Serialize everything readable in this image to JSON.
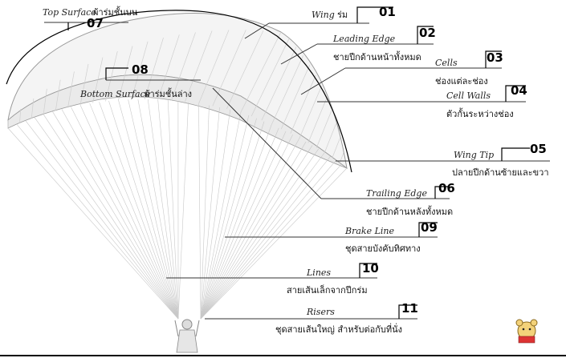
{
  "callouts": [
    {
      "id": "01",
      "en": "Wing",
      "th": "ร่ม"
    },
    {
      "id": "02",
      "en": "Leading Edge",
      "th": "ชายปีกด้านหน้าทั้งหมด"
    },
    {
      "id": "03",
      "en": "Cells",
      "th": "ช่องแต่ละช่อง"
    },
    {
      "id": "04",
      "en": "Cell Walls",
      "th": "ตัวกั้นระหว่างช่อง"
    },
    {
      "id": "05",
      "en": "Wing Tip",
      "th": "ปลายปีกด้านซ้ายและขวา"
    },
    {
      "id": "06",
      "en": "Trailing Edge",
      "th": "ชายปีกด้านหลังทั้งหมด"
    },
    {
      "id": "07",
      "en": "Top Surface",
      "th": "ผ้าร่มชั้นบน"
    },
    {
      "id": "08",
      "en": "Bottom Surface",
      "th": "ผ้าร่มชั้นล่าง"
    },
    {
      "id": "09",
      "en": "Brake Line",
      "th": "ชุดสายบังคับทิศทาง"
    },
    {
      "id": "10",
      "en": "Lines",
      "th": "สายเส้นเล็กจากปีกร่ม"
    },
    {
      "id": "11",
      "en": "Risers",
      "th": "ชุดสายเส้นใหญ่ สำหรับต่อกับที่นั่ง"
    }
  ],
  "icons": {
    "mascot": "bear-mascot-icon",
    "pilot": "pilot-figure-icon"
  }
}
